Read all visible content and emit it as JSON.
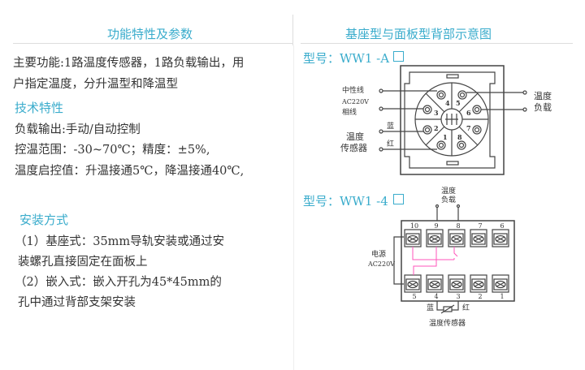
{
  "left": {
    "title": "功能特性及参数",
    "main_function_line1": "主要功能:1路温度传感器，1路负载输出，用",
    "main_function_line2": "户指定温度，分升温型和降温型",
    "tech_heading": "技术特性",
    "tech_lines": [
      "负载输出:手动/自动控制",
      "控温范围：-30~70℃；精度：±5%,",
      "温度启控值：升温接通5℃，降温接通40℃,"
    ],
    "install_heading": "安装方式",
    "install_lines": [
      "（1）基座式：35mm导轨安装或通过安",
      "装螺孔直接固定在面板上",
      "（2）嵌入式：嵌入开孔为45*45mm的",
      "孔中通过背部支架安装"
    ]
  },
  "right": {
    "title": "基座型与面板型背部示意图",
    "model_a": "型号：WW1  -A",
    "model_4": "型号：WW1  -4",
    "diagram_a": {
      "neutral": "中性线",
      "ac": "AC220V",
      "phase": "相线",
      "blue": "蓝",
      "red": "红",
      "sensor_1": "温度",
      "sensor_2": "传感器",
      "load_1": "温度",
      "load_2": "负载",
      "pins": [
        "1",
        "2",
        "3",
        "4",
        "5",
        "6",
        "7",
        "8"
      ]
    },
    "diagram_4": {
      "load_1": "温度",
      "load_2": "负载",
      "power_1": "电源",
      "power_2": "AC220V",
      "top_numbers": [
        "10",
        "9",
        "8",
        "7",
        "6"
      ],
      "bottom_numbers": [
        "5",
        "4",
        "3",
        "2",
        "1"
      ],
      "blue": "蓝",
      "red": "红",
      "sensor": "温度传感器"
    }
  },
  "colors": {
    "accent": "#3aaccc",
    "wire": "#ff55bb",
    "line": "#444444"
  }
}
